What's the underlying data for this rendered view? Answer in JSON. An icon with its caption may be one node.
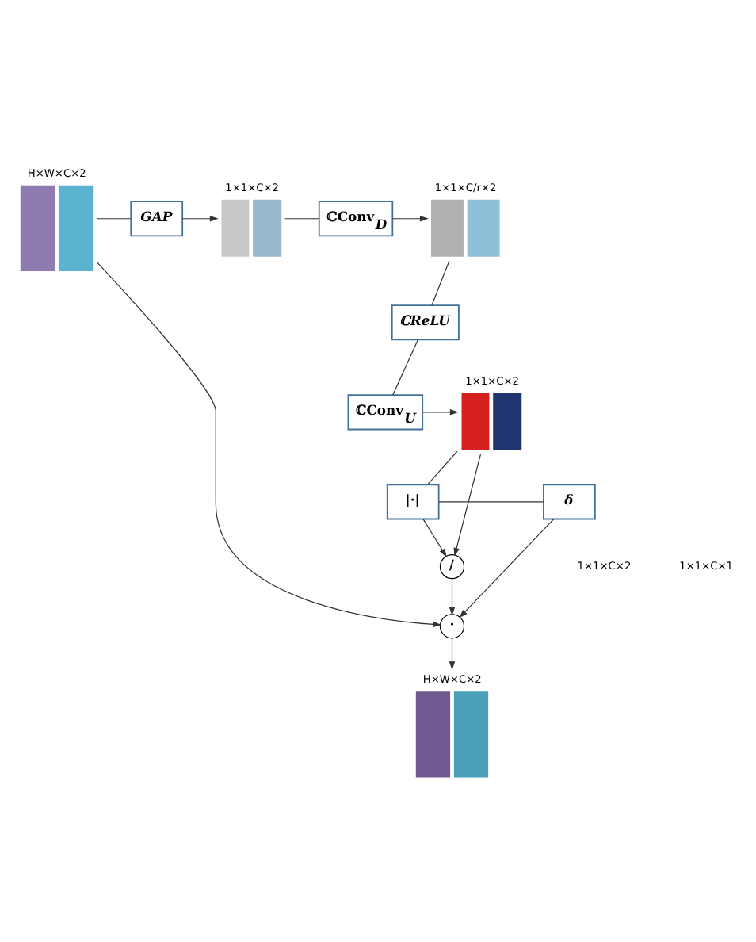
{
  "diagram": {
    "nodes": [
      {
        "text": [],
        "shape": "picture",
        "beside": [
          "H×W×C×2"
        ]
      },
      {
        "text": [
          "GAP"
        ]
      },
      {
        "text": [],
        "shape": "picture",
        "beside": [
          "1×1×C×2"
        ]
      },
      {
        "text": [
          "ℂConv$_{D}$"
        ]
      },
      {
        "text": [],
        "shape": "picture",
        "beside": [
          "1×1×C/r×2"
        ]
      },
      {
        "text": [
          "ℂReLU"
        ]
      },
      {
        "text": [
          "ℂConv$_{U}$"
        ]
      },
      {
        "text": [],
        "shape": "picture",
        "beside": [
          "1×1×C×2"
        ]
      },
      {
        "text": [
          "|·|"
        ]
      },
      {
        "text": [
          "δ"
        ]
      },
      {
        "text": [
          "/"
        ]
      },
      {
        "text": [
          "·"
        ]
      },
      {
        "text": [],
        "shape": "picture",
        "beside": [
          "H×W×C×2"
        ]
      }
    ],
    "edges": [
      {
        "from": 0,
        "to": 1,
        "arrow": "none"
      },
      {
        "from": 1,
        "to": 2,
        "arrow": "to"
      },
      {
        "from": 2,
        "to": 3,
        "arrow": "none"
      },
      {
        "from": 3,
        "to": 4,
        "arrow": "to"
      },
      {
        "from": 4,
        "to": 5,
        "arrow": "none"
      },
      {
        "from": 5,
        "to": 6,
        "arrow": "none"
      },
      {
        "from": 6,
        "to": 7,
        "arrow": "to"
      },
      {
        "from": 7,
        "to": 8,
        "arrow": "none"
      },
      {
        "from": 7,
        "to": 10,
        "arrow": "to"
      },
      {
        "from": 8,
        "to": 10,
        "arrow": "to"
      },
      {
        "from": 8,
        "to": 9,
        "arrow": "none"
      },
      {
        "from": 9,
        "to": 11,
        "arrow": "to"
      },
      {
        "from": 10,
        "to": 11,
        "arrow": "to"
      },
      {
        "from": 0,
        "to": 11,
        "arrow": "to"
      },
      {
        "from": 11,
        "to": 12,
        "arrow": "to"
      }
    ],
    "labels": [
      "1×1×C×2",
      "1×1×C×1"
    ]
  }
}
